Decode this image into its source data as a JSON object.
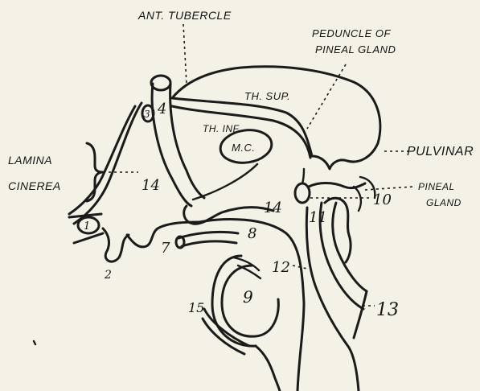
{
  "labels": {
    "ant_tubercle": "ANT. TUBERCLE",
    "peduncle_line1": "PEDUNCLE OF",
    "peduncle_line2": "PINEAL GLAND",
    "th_sup": "TH. SUP.",
    "th_inf": "TH. INF.",
    "mc": "M.C.",
    "pulvinar": "PULVINAR",
    "pineal_line1": "PINEAL",
    "pineal_line2": "GLAND",
    "lamina_line1": "LAMINA",
    "lamina_line2": "CINEREA"
  },
  "numbers": {
    "n1": "1",
    "n2": "2",
    "n3": "3",
    "n4": "4",
    "n7": "7",
    "n8": "8",
    "n9": "9",
    "n10": "10",
    "n11": "11",
    "n12": "12",
    "n13": "13",
    "n14a": "14",
    "n14b": "14",
    "n15": "15"
  },
  "colors": {
    "paper": "#f4f1e6",
    "ink": "#1b1b1b"
  }
}
